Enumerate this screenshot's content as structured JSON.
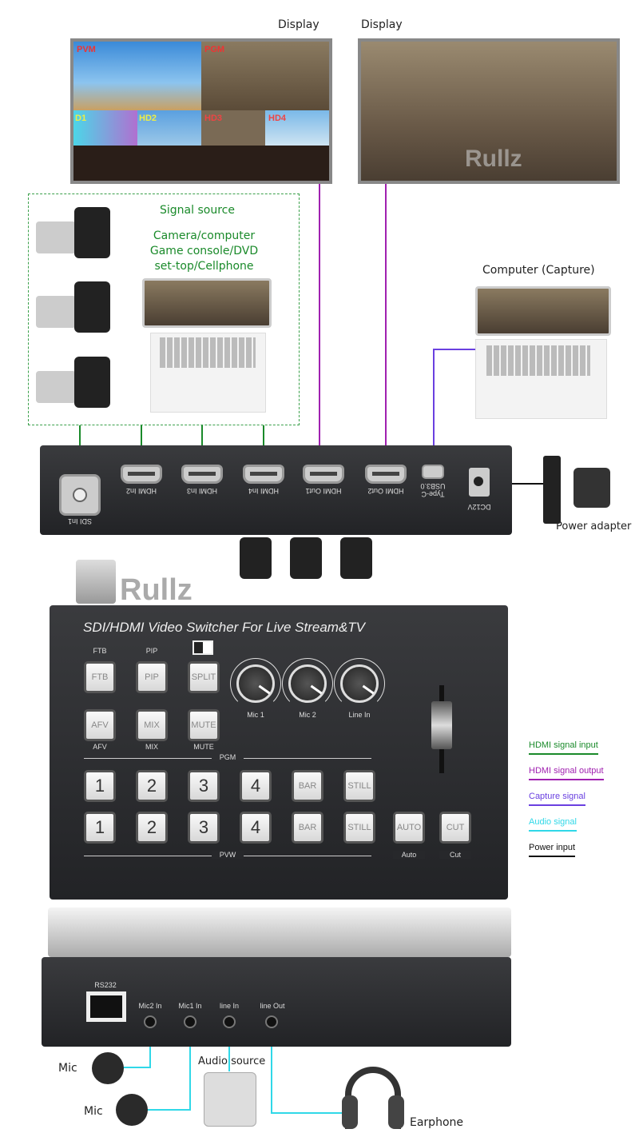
{
  "displays": [
    {
      "label": "Display",
      "tiles": [
        "PVM",
        "PGM",
        "D1",
        "HD2",
        "HD3",
        "HD4"
      ]
    },
    {
      "label": "Display",
      "watermark": "Rullz"
    }
  ],
  "signal_source": {
    "title": "Signal source",
    "lines": [
      "Camera/computer",
      "Game console/DVD",
      "set-top/Cellphone"
    ]
  },
  "capture_computer": {
    "label": "Computer (Capture)"
  },
  "back_panel": {
    "ports": [
      "SDI In1",
      "HDMI In2",
      "HDMI In3",
      "HDMI In4",
      "HDMI Out1",
      "HDMI Out2",
      "Type-C USB3.0",
      "DC12V"
    ]
  },
  "power_adapter": {
    "label": "Power adapter"
  },
  "watermark": "Rullz",
  "front_panel": {
    "title": "SDI/HDMI Video Switcher For Live Stream&TV",
    "func_top_labels": [
      "FTB",
      "PIP"
    ],
    "func_buttons": [
      "FTB",
      "PIP",
      "SPLIT",
      "AFV",
      "MIX",
      "MUTE"
    ],
    "func_bottom_labels": [
      "AFV",
      "MIX",
      "MUTE"
    ],
    "knobs": [
      "Mic 1",
      "Mic 2",
      "Line In"
    ],
    "pgm_label": "PGM",
    "pvw_label": "PVW",
    "pgm_buttons": [
      "1",
      "2",
      "3",
      "4",
      "BAR",
      "STILL"
    ],
    "pvw_buttons": [
      "1",
      "2",
      "3",
      "4",
      "BAR",
      "STILL"
    ],
    "transition_buttons": [
      "AUTO",
      "CUT"
    ],
    "transition_labels": [
      "Auto",
      "Cut"
    ]
  },
  "legend": [
    {
      "label": "HDMI signal input",
      "color": "#1a8a2a"
    },
    {
      "label": "HDMI signal output",
      "color": "#a020b0"
    },
    {
      "label": "Capture signal",
      "color": "#6a40e0"
    },
    {
      "label": "Audio signal",
      "color": "#30d8e8"
    },
    {
      "label": "Power input",
      "color": "#111111"
    }
  ],
  "bottom_panel": {
    "rs232": "RS232",
    "jacks": [
      "Mic2 In",
      "Mic1 In",
      "line In",
      "line Out"
    ]
  },
  "audio_devices": {
    "mic_label": "Mic",
    "audio_source": "Audio source",
    "earphone": "Earphone"
  }
}
